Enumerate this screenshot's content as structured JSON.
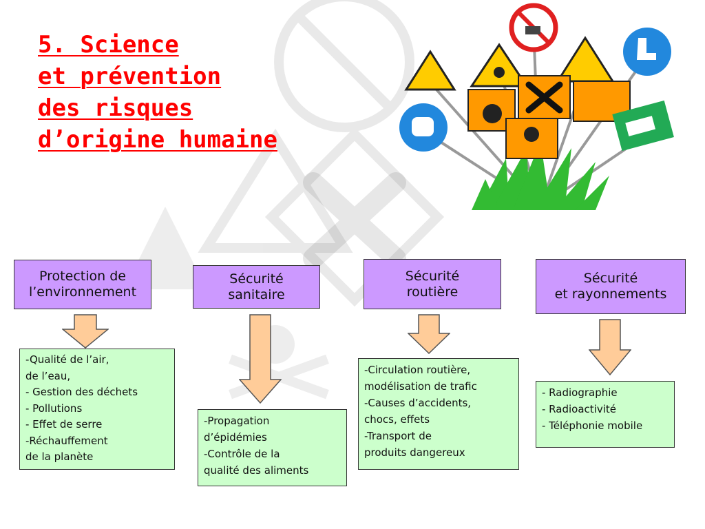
{
  "title": {
    "lines": [
      "5. Science",
      "et prévention",
      "des risques",
      "d’origine humaine"
    ]
  },
  "colors": {
    "title": "#ff0000",
    "category_box": "#cc99ff",
    "item_box": "#ccffcc",
    "arrow_fill": "#ffcc99",
    "arrow_stroke": "#555555"
  },
  "categories": [
    {
      "label_lines": [
        "Protection de",
        "l’environnement"
      ],
      "items": [
        "-Qualité de l’air,",
        "de l’eau,",
        "- Gestion des déchets",
        "- Pollutions",
        "- Effet de serre",
        "-Réchauffement",
        "de la planète"
      ]
    },
    {
      "label_lines": [
        "Sécurité",
        "sanitaire"
      ],
      "items": [
        "-Propagation",
        "d’épidémies",
        "-Contrôle de la",
        "qualité des aliments"
      ]
    },
    {
      "label_lines": [
        "Sécurité",
        "routière"
      ],
      "items": [
        "-Circulation routière,",
        "modélisation de trafic",
        "-Causes d’accidents,",
        "chocs, effets",
        "-Transport de",
        "produits dangereux"
      ]
    },
    {
      "label_lines": [
        "Sécurité",
        "et rayonnements"
      ],
      "items": [
        "- Radiographie",
        "- Radioactivité",
        "- Téléphonie mobile"
      ]
    }
  ]
}
